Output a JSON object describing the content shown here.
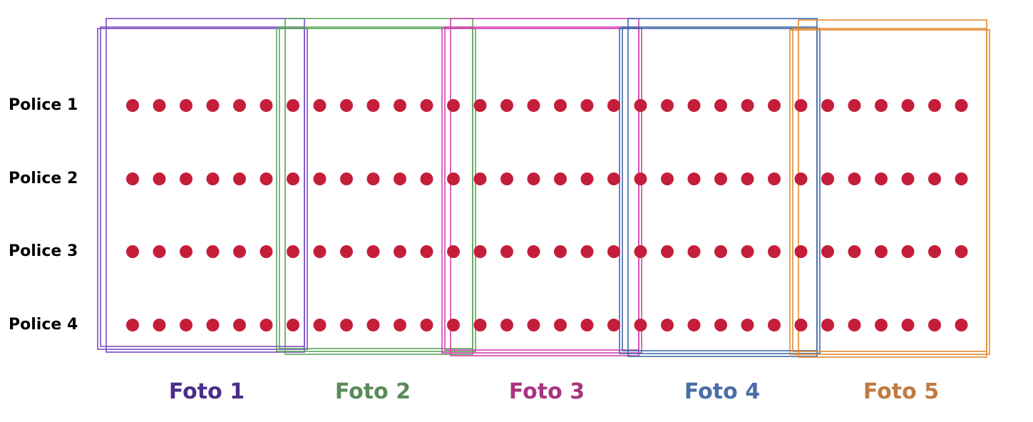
{
  "rows": [
    {
      "label": "Police 1"
    },
    {
      "label": "Police 2"
    },
    {
      "label": "Police 3"
    },
    {
      "label": "Police 4"
    }
  ],
  "dots_per_row": 32,
  "dot_color": "#c41e3a",
  "fotos": [
    {
      "label": "Foto 1",
      "color": "#7b4bc4",
      "text_color": "#4b2d8a"
    },
    {
      "label": "Foto 2",
      "color": "#5aa35a",
      "text_color": "#5a8a5a"
    },
    {
      "label": "Foto 3",
      "color": "#d43fb0",
      "text_color": "#a8357f"
    },
    {
      "label": "Foto 4",
      "color": "#3f68a8",
      "text_color": "#4a6ea6"
    },
    {
      "label": "Foto 5",
      "color": "#e08a30",
      "text_color": "#c07a40"
    }
  ]
}
